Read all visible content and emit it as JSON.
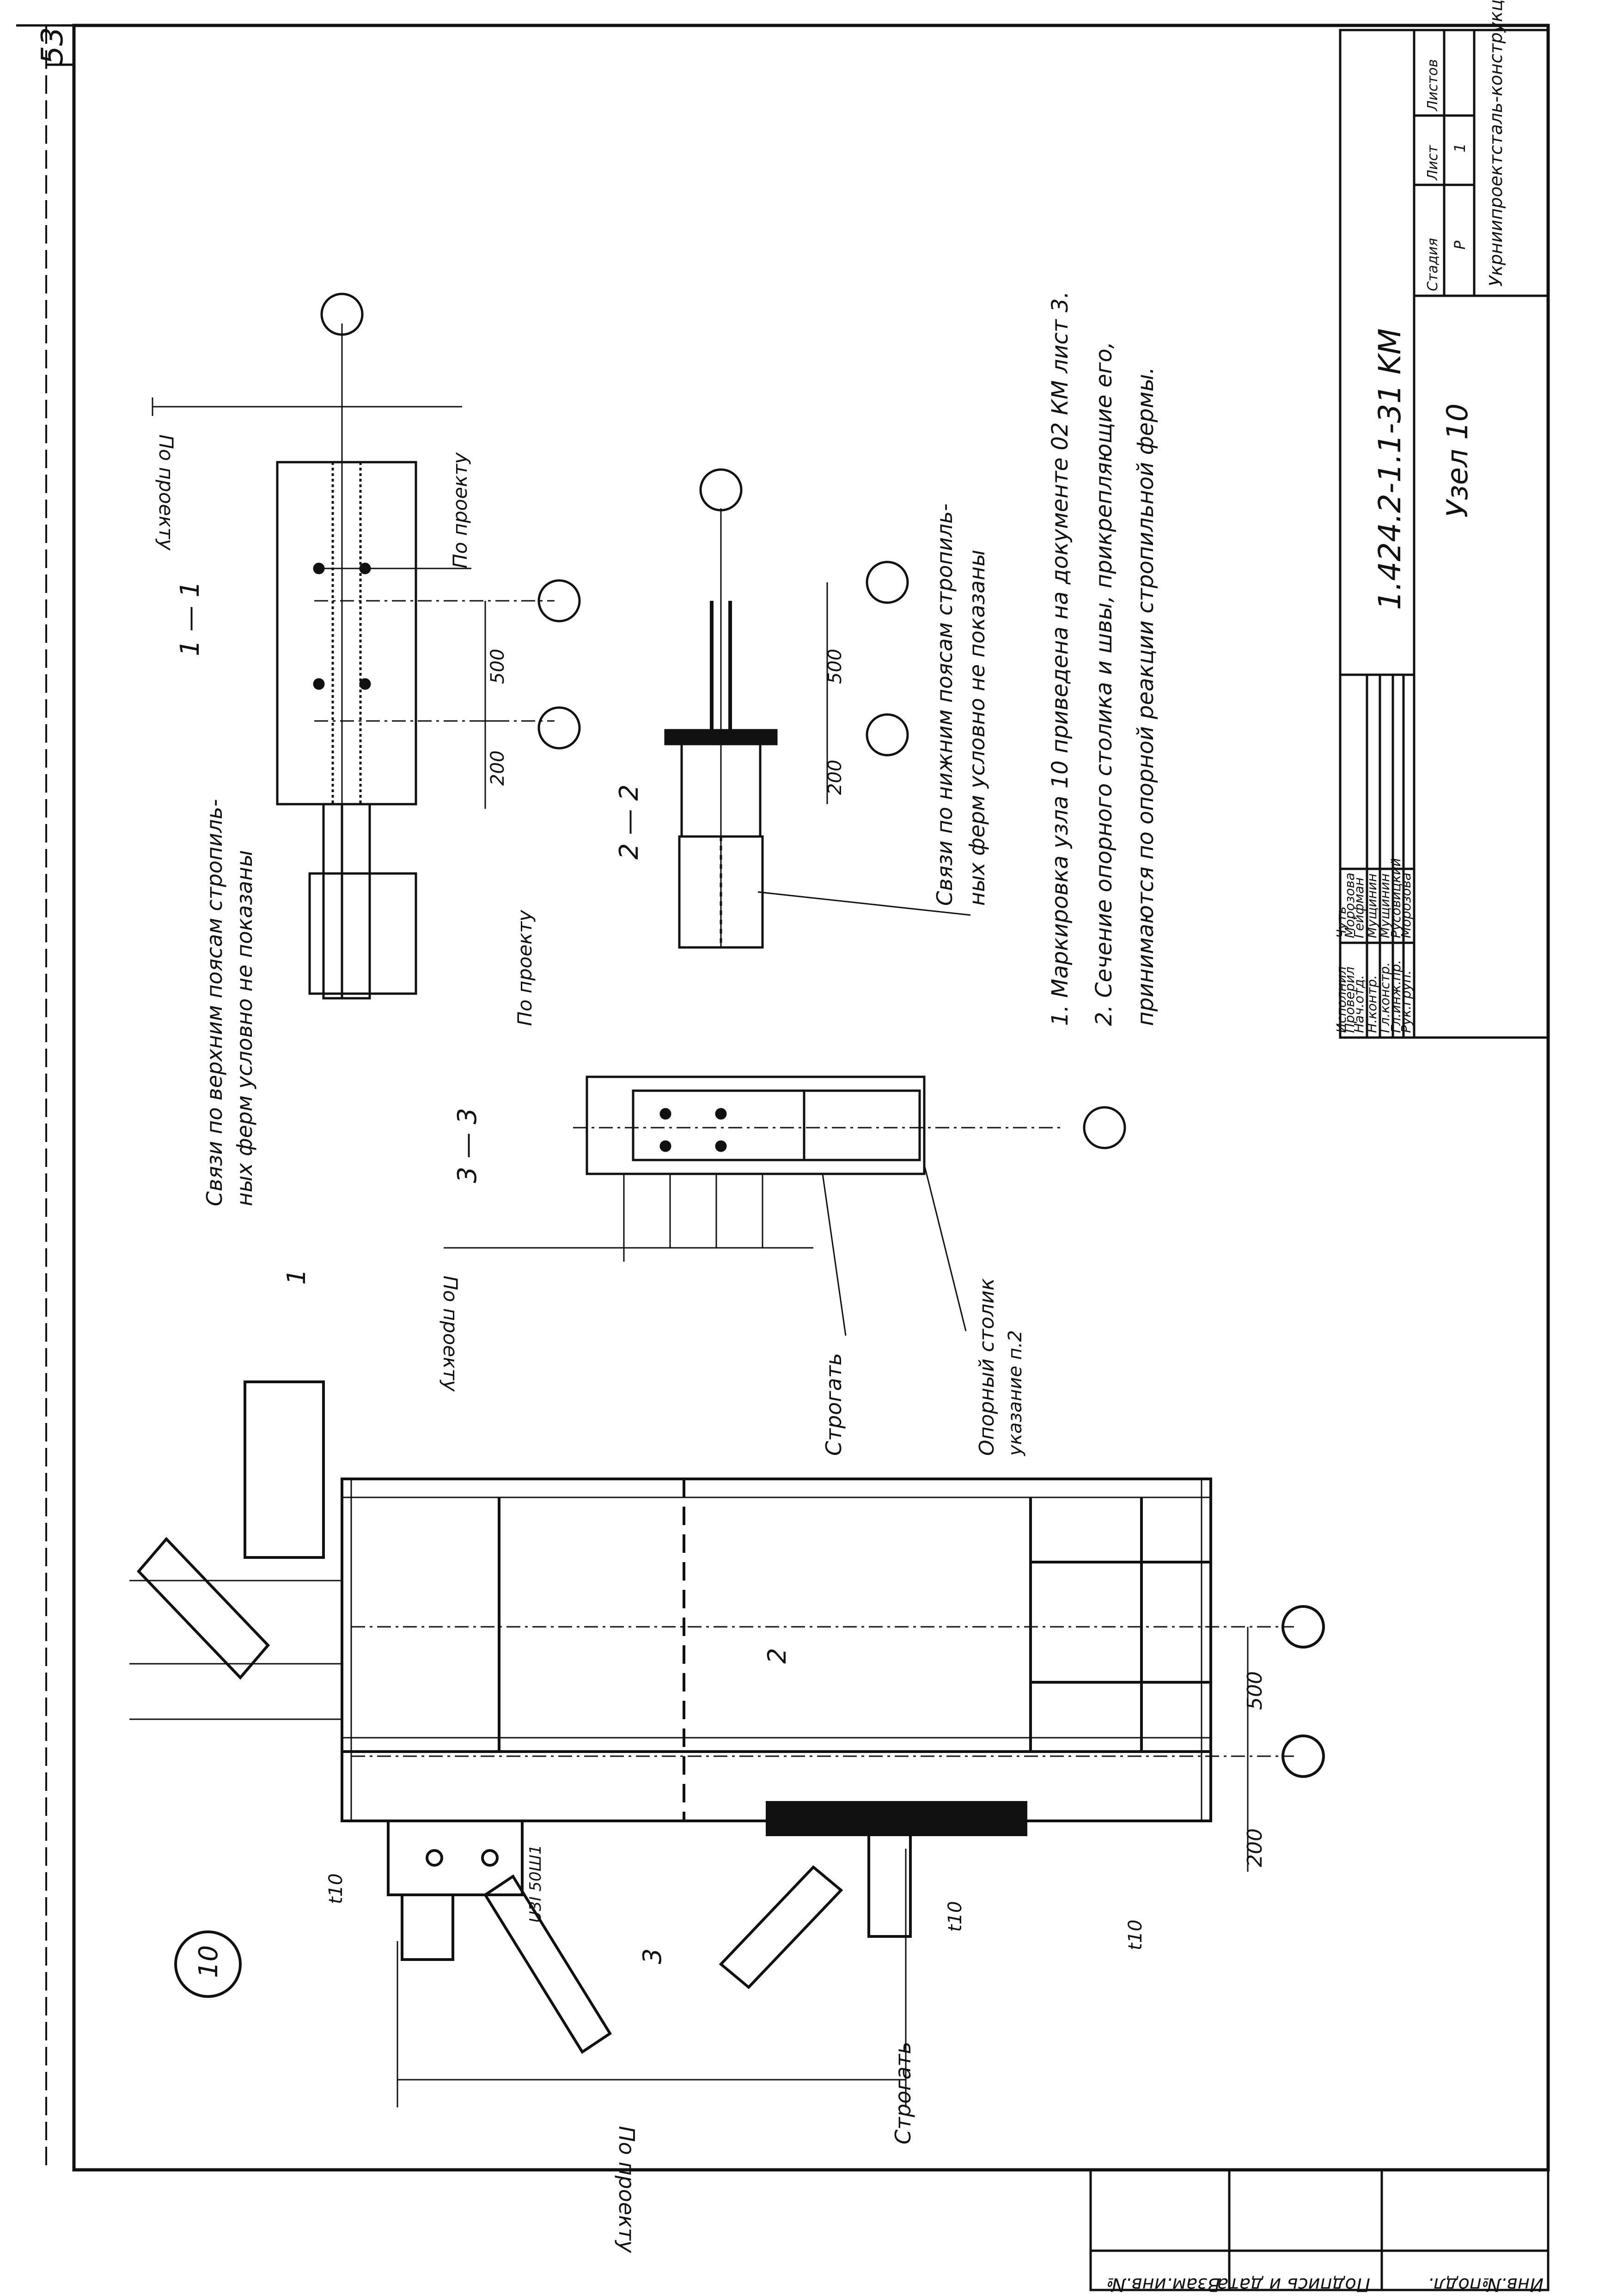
{
  "sheet": {
    "page_number": "53",
    "node_label": "10"
  },
  "title_block": {
    "document_code": "1.424.2-1.1-31 KM",
    "sheet_title": "Узел 10",
    "stage_header": "Стадия",
    "sheet_header": "Лист",
    "sheets_header": "Листов",
    "stage_value": "Р",
    "sheet_value": "1",
    "organization": "Укрниипроектсталь-конструкция",
    "roles": [
      {
        "role": "Нач.отд.",
        "name": "Гейфман"
      },
      {
        "role": "Н.контр.",
        "name": "Мущинин"
      },
      {
        "role": "Гл.констр.",
        "name": "Мущинин"
      },
      {
        "role": "Гл.инж.пр.",
        "name": "Русовицкий"
      },
      {
        "role": "Рук.груп.",
        "name": "Морозова"
      },
      {
        "role": "Проверил",
        "name": "Морозова"
      },
      {
        "role": "Исполнил",
        "name": "Чуть"
      }
    ]
  },
  "binding_strip": {
    "cells": [
      "Взам.инв.№",
      "Подпись и дата",
      "Инв.№подл."
    ]
  },
  "notes": [
    "1. Маркировка узла 10 приведена на документе 02 КМ лист 3.",
    "2. Сечение опорного столика и швы, прикрепляющие его,",
    "принимаются по опорной реакции стропильной фермы."
  ],
  "labels": {
    "bracing_top": [
      "Связи по верхним поясам стропиль-",
      "ных ферм условно не показаны"
    ],
    "bracing_bottom": [
      "Связи по нижним поясам стропиль-",
      "ных ферм условно не показаны"
    ],
    "section_1_1": "1 — 1",
    "section_2_2": "2 — 2",
    "section_3_3": "3 — 3",
    "per_project": "По проекту",
    "plane": "Строгать",
    "support_table": [
      "Опорный столик",
      "указание п.2"
    ],
    "dim_500": "500",
    "dim_200": "200",
    "plate_t10": "t10",
    "bolt_label": "U3I 50Ш1",
    "cut_1": "1",
    "cut_2": "2",
    "cut_3": "3"
  }
}
